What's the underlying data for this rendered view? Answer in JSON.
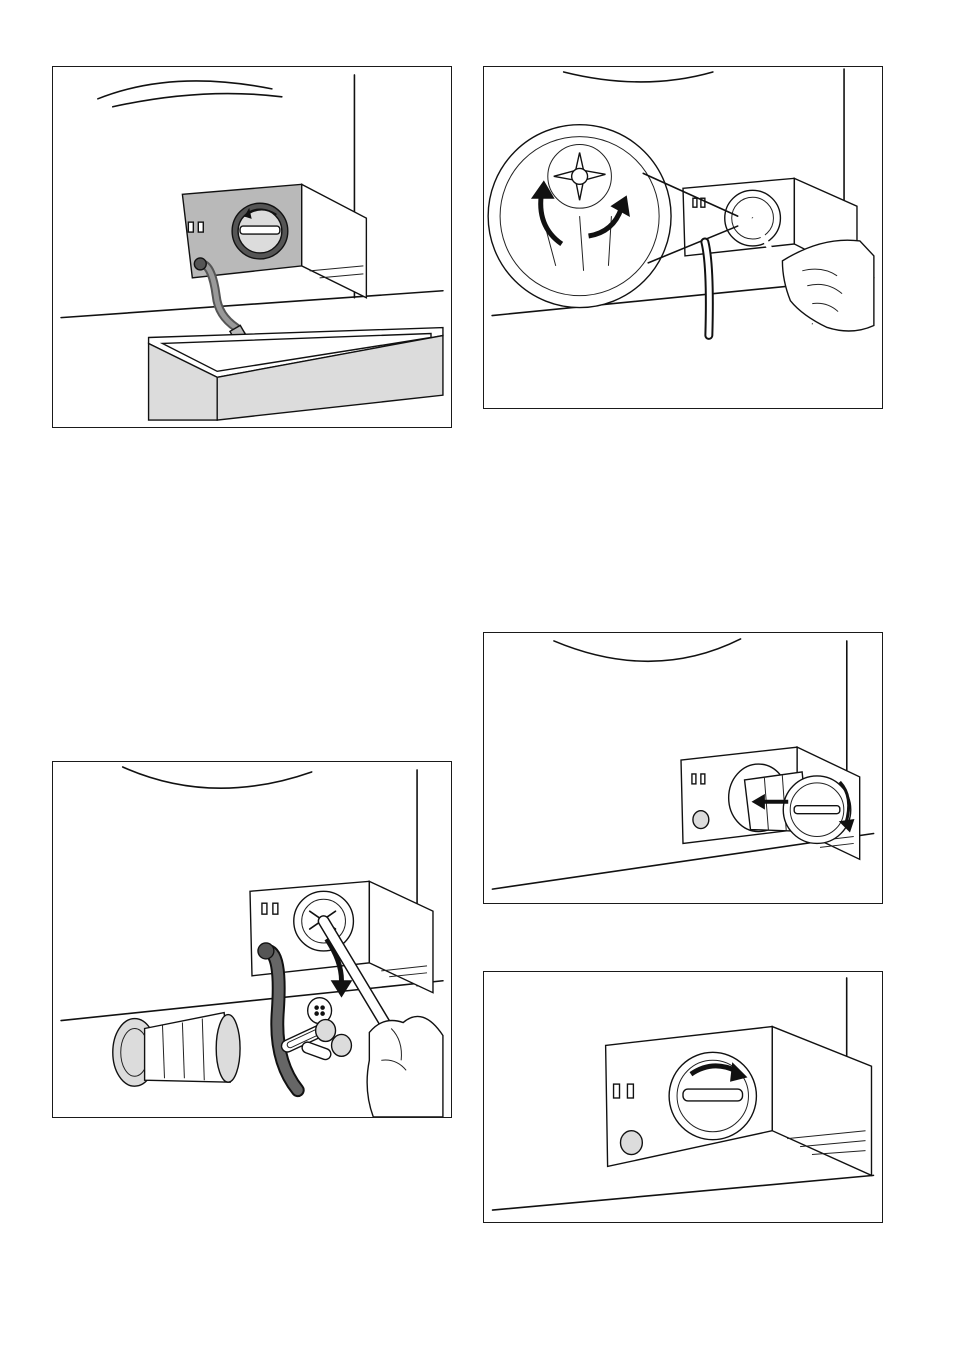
{
  "figures": [
    {
      "name": "figure-drain-hose-into-tray",
      "icons": [
        "hose-icon",
        "drain-tray-icon",
        "rotate-arrow-icon"
      ]
    },
    {
      "name": "figure-check-impeller-rotates",
      "icons": [
        "magnifier-icon",
        "impeller-icon",
        "rotate-arrow-icon",
        "hand-icon"
      ]
    },
    {
      "name": "figure-remove-foreign-objects",
      "icons": [
        "filter-icon",
        "hose-icon",
        "button-icon",
        "paperclip-icon",
        "hand-icon"
      ]
    },
    {
      "name": "figure-insert-filter",
      "icons": [
        "filter-icon",
        "insert-arrow-icon",
        "rotate-arrow-icon"
      ]
    },
    {
      "name": "figure-tighten-filter-cap",
      "icons": [
        "filter-cap-icon",
        "rotate-arrow-icon"
      ]
    }
  ],
  "colors": {
    "line": "#111111",
    "panel_grey": "#b9b9b9",
    "light_grey": "#dcdcdc",
    "background": "#ffffff"
  }
}
